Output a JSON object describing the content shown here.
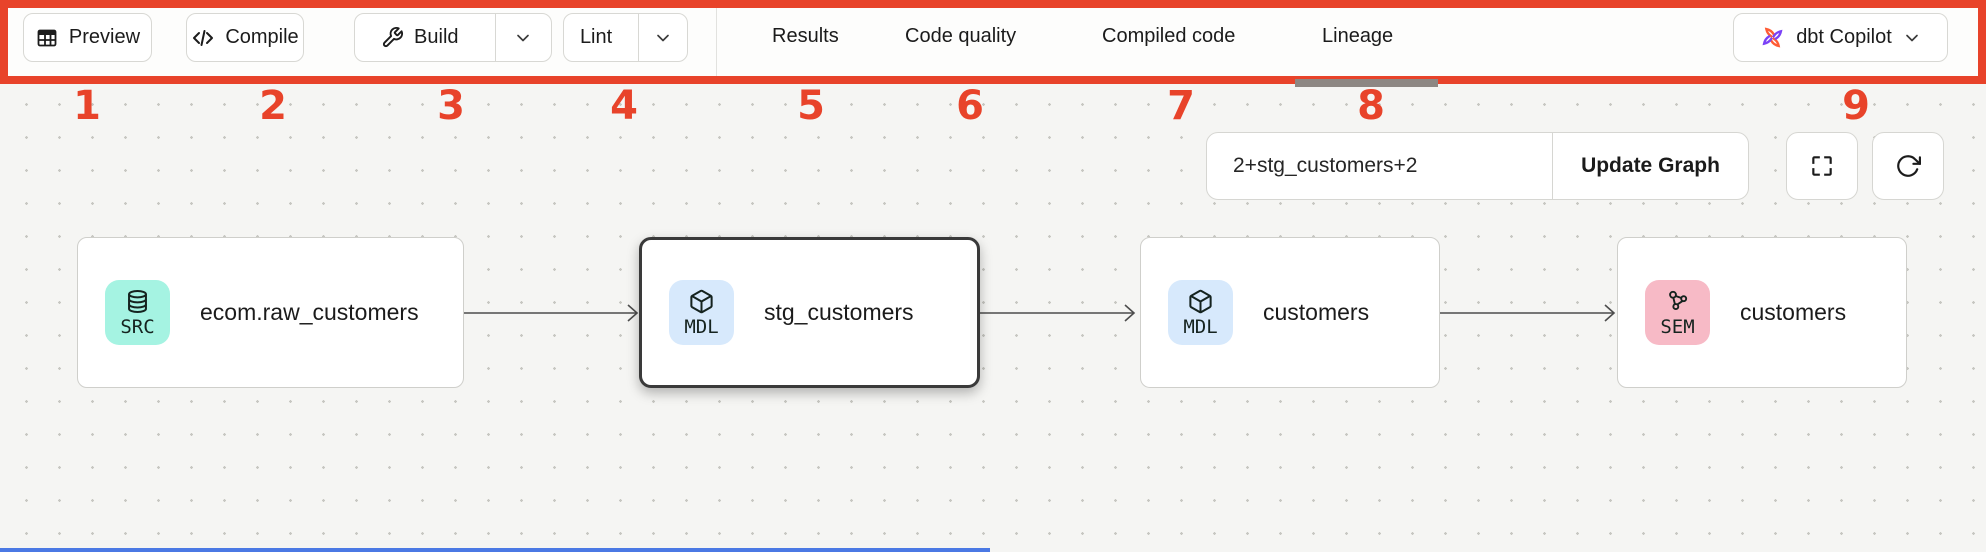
{
  "annotation": {
    "color": "#e8432a",
    "numbers": [
      "1",
      "2",
      "3",
      "4",
      "5",
      "6",
      "7",
      "8",
      "9"
    ]
  },
  "toolbar": {
    "preview_label": "Preview",
    "compile_label": "Compile",
    "build_label": "Build",
    "lint_label": "Lint",
    "tabs": {
      "results": "Results",
      "code_quality": "Code quality",
      "compiled_code": "Compiled code",
      "lineage": "Lineage"
    },
    "copilot_label": "dbt Copilot",
    "copilot_logo_colors": {
      "orange": "#ff5c35",
      "purple": "#7b42f6"
    }
  },
  "lineage": {
    "selector_value": "2+stg_customers+2",
    "update_button_label": "Update Graph",
    "badge_colors": {
      "SRC": "#a5f3e2",
      "MDL": "#d7e9fc",
      "SEM": "#f7bac6"
    },
    "nodes": [
      {
        "badge": "SRC",
        "label": "ecom.raw_customers",
        "selected": false
      },
      {
        "badge": "MDL",
        "label": "stg_customers",
        "selected": true
      },
      {
        "badge": "MDL",
        "label": "customers",
        "selected": false
      },
      {
        "badge": "SEM",
        "label": "customers",
        "selected": false
      }
    ],
    "bottom_bar_color": "#4b79e4"
  }
}
